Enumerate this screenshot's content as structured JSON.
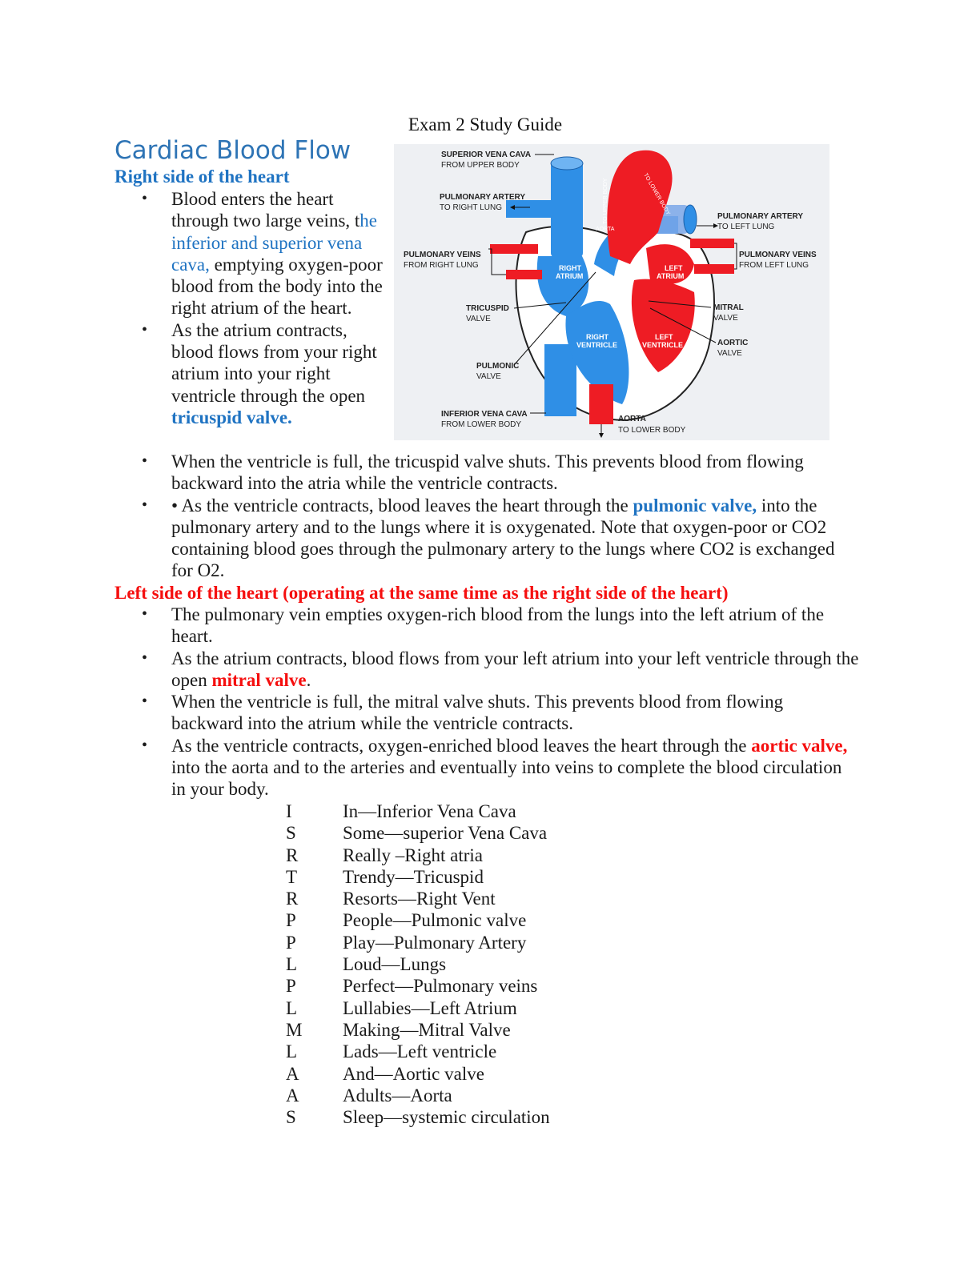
{
  "header": {
    "title": "Exam 2 Study Guide"
  },
  "heading": "Cardiac Blood Flow",
  "right_side": {
    "title": "Right side of the heart",
    "b1_a": "Blood enters the heart through two large veins, t",
    "b1_kw": "he inferior and superior vena cava,",
    "b1_b": " emptying oxygen-poor blood from the body into the right atrium of the heart.",
    "b2_a": "As the atrium contracts, blood flows from your right atrium into your right ventricle through the open ",
    "b2_kw": "tricuspid valve.",
    "b3": "When the ventricle is full, the tricuspid valve shuts. This prevents blood from flowing backward into the atria while the ventricle contracts.",
    "b4_a": "• As the ventricle contracts, blood leaves the heart through the ",
    "b4_kw": "pulmonic valve,",
    "b4_b": " into the pulmonary artery and to the lungs where it is oxygenated. Note that oxygen-poor or CO2 containing blood goes through the pulmonary artery to the lungs where CO2 is exchanged for O2."
  },
  "left_side": {
    "title": "Left side of the heart (operating at the same time as the right side of the heart)",
    "b1": "The pulmonary vein empties oxygen-rich blood from the lungs into the left atrium of the heart.",
    "b2_a": "As the atrium contracts, blood flows from your left atrium into your left ventricle through the open ",
    "b2_kw": "mitral valve",
    "b2_b": ".",
    "b3": "When the ventricle is full, the mitral valve shuts. This prevents blood from flowing backward into the atrium while the ventricle contracts.",
    "b4_a": "As the ventricle contracts, oxygen-enriched blood leaves the heart through the ",
    "b4_kw": "aortic valve,",
    "b4_b": " into the aorta and to the arteries and eventually into veins to complete the blood circulation in your body."
  },
  "bullet_char": "•",
  "diagram": {
    "svc_1": "SUPERIOR VENA CAVA",
    "svc_2": "FROM UPPER BODY",
    "pa_r_1": "PULMONARY ARTERY",
    "pa_r_2": "TO RIGHT LUNG",
    "pa_l_1": "PULMONARY ARTERY",
    "pa_l_2": "TO LEFT LUNG",
    "pv_r_1": "PULMONARY VEINS",
    "pv_r_2": "FROM RIGHT LUNG",
    "pv_l_1": "PULMONARY VEINS",
    "pv_l_2": "FROM LEFT LUNG",
    "tric_1": "TRICUSPID",
    "tric_2": "VALVE",
    "mitral_1": "MITRAL",
    "mitral_2": "VALVE",
    "aortic_1": "AORTIC",
    "aortic_2": "VALVE",
    "pulm_1": "PULMONIC",
    "pulm_2": "VALVE",
    "ivc_1": "INFERIOR VENA CAVA",
    "ivc_2": "FROM LOWER BODY",
    "aorta_1": "AORTA",
    "aorta_2": "TO LOWER BODY",
    "ra_1": "RIGHT",
    "ra_2": "ATRIUM",
    "la_1": "LEFT",
    "la_2": "ATRIUM",
    "rv_1": "RIGHT",
    "rv_2": "VENTRICLE",
    "lv_1": "LEFT",
    "lv_2": "VENTRICLE",
    "aorta_in": "AORTA",
    "to_upper": "TO UPPER BODY",
    "to_lower": "TO LOWER BODY",
    "colors": {
      "blue": "#2f8fe6",
      "red": "#ee1c24"
    }
  },
  "mnemonic": [
    {
      "letter": "I",
      "text": "In—Inferior Vena Cava"
    },
    {
      "letter": "S",
      "text": "Some—superior Vena Cava"
    },
    {
      "letter": "R",
      "text": "Really –Right atria"
    },
    {
      "letter": "T",
      "text": "Trendy—Tricuspid"
    },
    {
      "letter": "R",
      "text": "Resorts—Right Vent"
    },
    {
      "letter": "P",
      "text": "People—Pulmonic valve"
    },
    {
      "letter": "P",
      "text": "Play—Pulmonary Artery"
    },
    {
      "letter": "L",
      "text": "Loud—Lungs"
    },
    {
      "letter": "P",
      "text": "Perfect—Pulmonary veins"
    },
    {
      "letter": "L",
      "text": "Lullabies—Left Atrium"
    },
    {
      "letter": "M",
      "text": "Making—Mitral Valve"
    },
    {
      "letter": "L",
      "text": "Lads—Left ventricle"
    },
    {
      "letter": "A",
      "text": "And—Aortic valve"
    },
    {
      "letter": "A",
      "text": "Adults—Aorta"
    },
    {
      "letter": "S",
      "text": "Sleep—systemic circulation"
    }
  ]
}
